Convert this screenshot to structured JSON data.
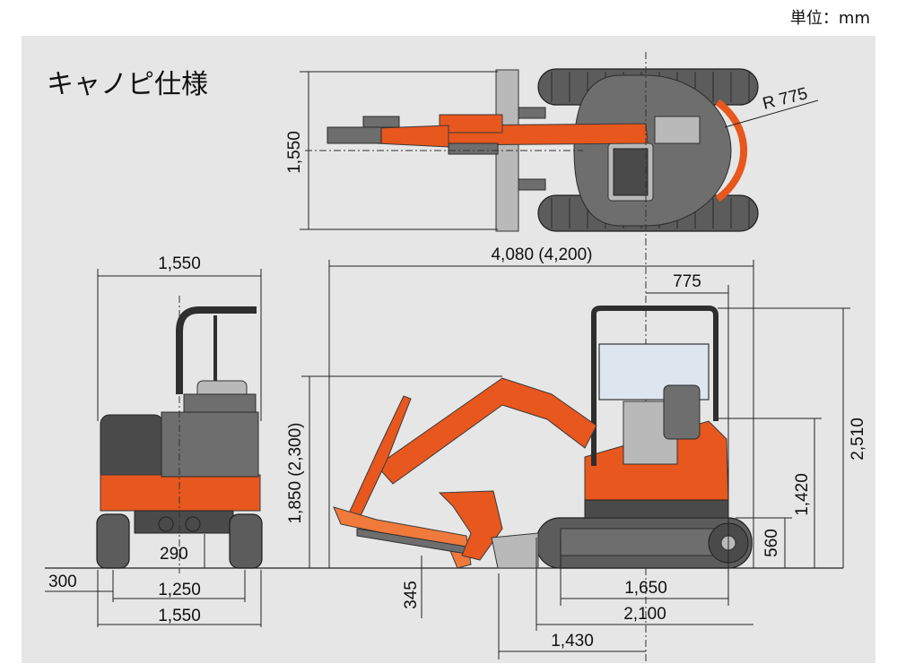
{
  "unit_label": "単位：mm",
  "title": "キャノピ仕様",
  "colors": {
    "panel_bg": "#e6e6e6",
    "machine_orange": "#e8571e",
    "machine_gray": "#6e6e6e"
  },
  "dimensions": {
    "top_width": "1,550",
    "tail_radius": "R 775",
    "overall_length": "4,080 (4,200)",
    "rear_overhang": "775",
    "front_width": "1,550",
    "overall_height": "2,510",
    "counterweight_height": "1,420",
    "track_height": "560",
    "boom_height": "1,850 (2,300)",
    "ground_clearance": "290",
    "blade_offset": "300",
    "track_gauge": "1,250",
    "track_width": "1,550",
    "blade_drop": "345",
    "tumbler_distance": "1,650",
    "track_length": "2,100",
    "front_reach": "1,430"
  }
}
